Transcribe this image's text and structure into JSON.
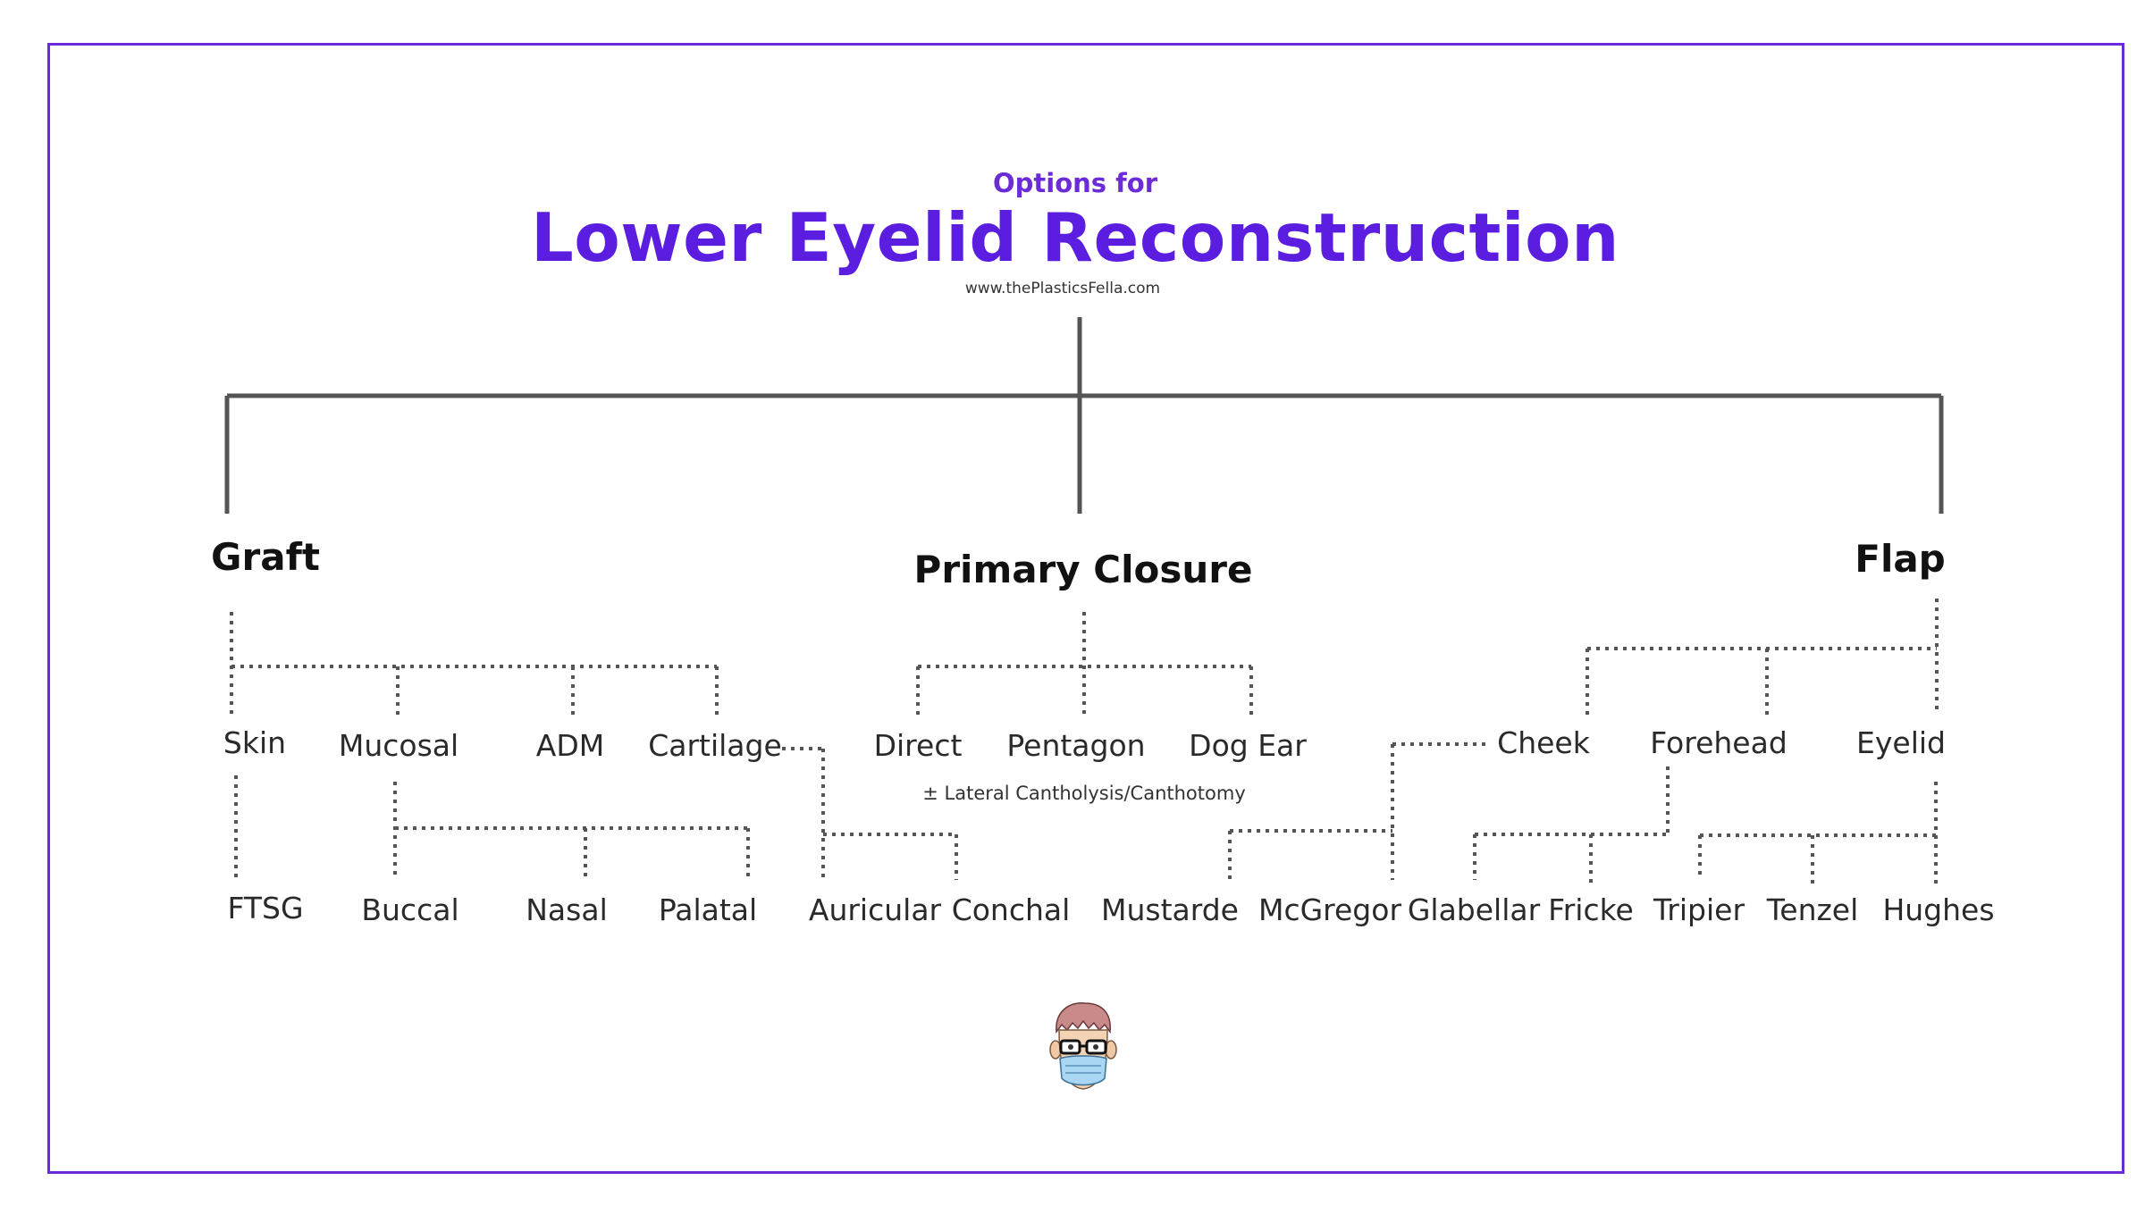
{
  "header": {
    "subtitle": "Options for",
    "title": "Lower Eyelid Reconstruction",
    "url": "www.thePlasticsFella.com"
  },
  "categories": {
    "graft": "Graft",
    "primary": "Primary Closure",
    "flap": "Flap"
  },
  "graft": {
    "level1": [
      "Skin",
      "Mucosal",
      "ADM",
      "Cartilage"
    ],
    "skin_children": [
      "FTSG"
    ],
    "mucosal_children": [
      "Buccal",
      "Nasal",
      "Palatal"
    ],
    "cartilage_children": [
      "Auricular",
      "Conchal"
    ]
  },
  "primary": {
    "level1": [
      "Direct",
      "Pentagon",
      "Dog Ear"
    ],
    "note": "± Lateral Cantholysis/Canthotomy"
  },
  "flap": {
    "level1": [
      "Cheek",
      "Forehead",
      "Eyelid"
    ],
    "cheek_children": [
      "Mustarde",
      "McGregor"
    ],
    "forehead_children": [
      "Glabellar",
      "Fricke"
    ],
    "eyelid_children": [
      "Tripier",
      "Tenzel",
      "Hughes"
    ]
  },
  "colors": {
    "accent": "#5b1ee0",
    "frame": "#6b2bd9",
    "solid_line": "#555555",
    "dotted_line": "#555555"
  },
  "icons": {
    "logo": "plastics-fella-avatar-icon"
  }
}
